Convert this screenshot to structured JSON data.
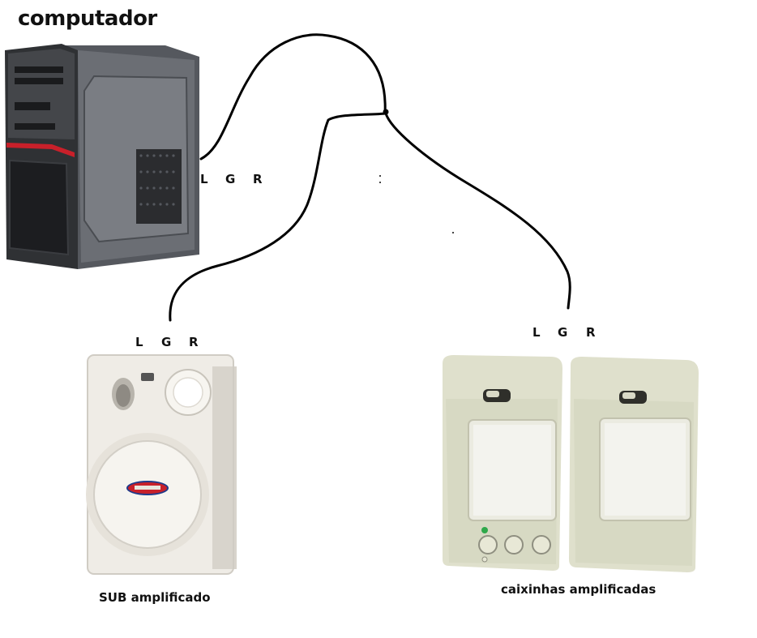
{
  "title": "computador",
  "devices": {
    "computer": {
      "jacks": {
        "left": "L",
        "ground": "G",
        "right": "R"
      }
    },
    "subwoofer": {
      "jacks": {
        "left": "L",
        "ground": "G",
        "right": "R"
      },
      "caption": "SUB amplificado"
    },
    "speakers": {
      "jacks": {
        "left": "L",
        "ground": "G",
        "right": "R"
      },
      "caption": "caixinhas amplificadas"
    }
  },
  "colors": {
    "wire": "#000000",
    "case_body": "#3a3c40",
    "case_accent": "#c8202a",
    "sub_body": "#efece6",
    "speaker_body": "#dfe0cc"
  }
}
